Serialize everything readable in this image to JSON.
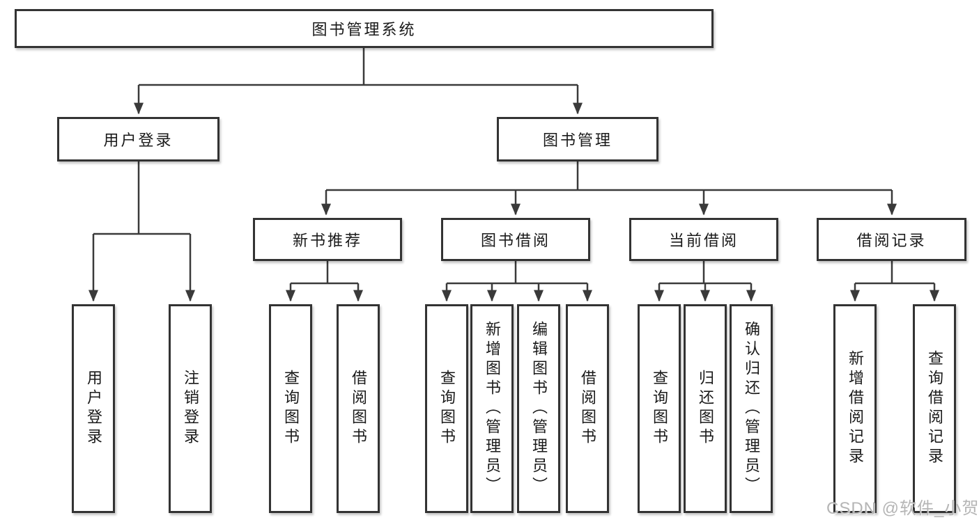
{
  "diagram_title": "图书管理系统",
  "tree": {
    "root": "图书管理系统",
    "branches": [
      {
        "label": "用户登录",
        "children": [
          "用户登录",
          "注销登录"
        ]
      },
      {
        "label": "图书管理",
        "groups": [
          {
            "label": "新书推荐",
            "children": [
              "查询图书",
              "借阅图书"
            ]
          },
          {
            "label": "图书借阅",
            "children": [
              "查询图书",
              "新增图书（管理员）",
              "编辑图书（管理员）",
              "借阅图书"
            ]
          },
          {
            "label": "当前借阅",
            "children": [
              "查询图书",
              "归还图书",
              "确认归还（管理员）"
            ]
          },
          {
            "label": "借阅记录",
            "children": [
              "新增借阅记录",
              "查询借阅记录"
            ]
          }
        ]
      }
    ]
  },
  "watermark": "CSDN @软件_小贺同学",
  "colors": {
    "line": "#3a3a3a",
    "border": "#333333",
    "text": "#1a1a1a",
    "watermark": "#b5b5b5",
    "background": "#ffffff"
  }
}
